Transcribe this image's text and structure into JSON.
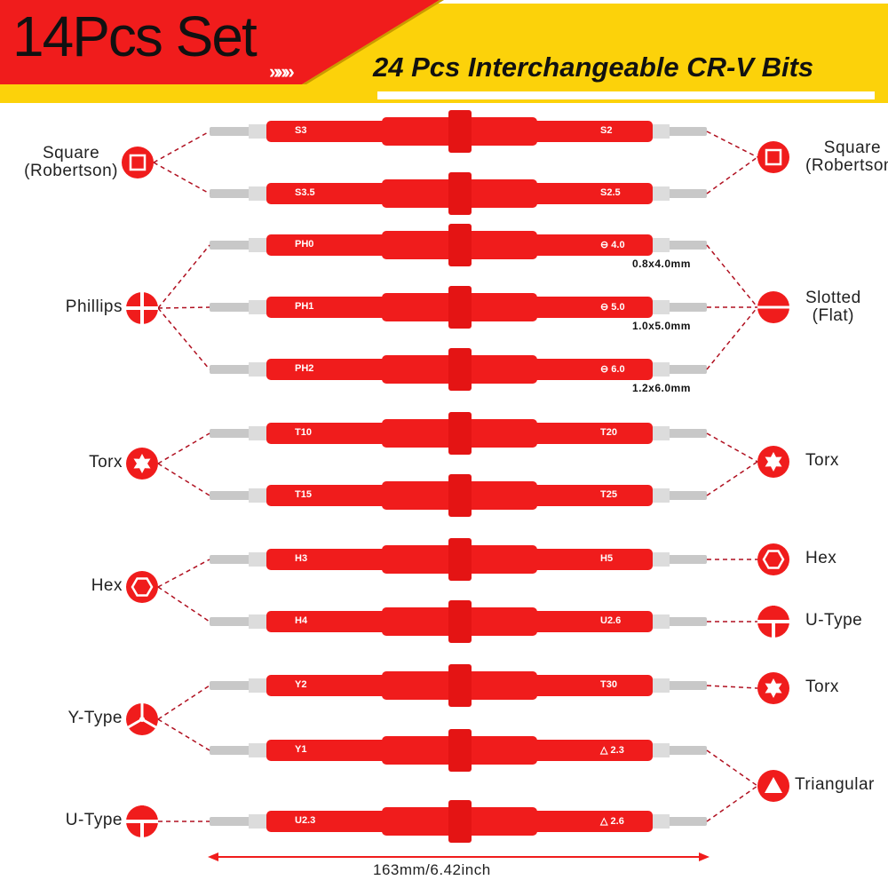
{
  "header": {
    "title": "14Pcs Set",
    "chevrons": "»»»",
    "subtitle": "24 Pcs Interchangeable CR-V Bits"
  },
  "colors": {
    "red": "#f01c1c",
    "yellow": "#fcd20a",
    "steel": "#c8c8c8"
  },
  "bits": [
    {
      "left": "S3",
      "right": "S2"
    },
    {
      "left": "S3.5",
      "right": "S2.5"
    },
    {
      "left": "PH0",
      "right": "⊖ 4.0",
      "dim": "0.8x4.0mm"
    },
    {
      "left": "PH1",
      "right": "⊖ 5.0",
      "dim": "1.0x5.0mm"
    },
    {
      "left": "PH2",
      "right": "⊖ 6.0",
      "dim": "1.2x6.0mm"
    },
    {
      "left": "T10",
      "right": "T20"
    },
    {
      "left": "T15",
      "right": "T25"
    },
    {
      "left": "H3",
      "right": "H5"
    },
    {
      "left": "H4",
      "right": "U2.6"
    },
    {
      "left": "Y2",
      "right": "T30"
    },
    {
      "left": "Y1",
      "right": "△ 2.3"
    },
    {
      "left": "U2.3",
      "right": "△ 2.6"
    }
  ],
  "left_types": [
    {
      "label": "Square\n(Robertson)",
      "icon": "square-icon"
    },
    {
      "label": "Phillips",
      "icon": "phillips-icon"
    },
    {
      "label": "Torx",
      "icon": "torx-icon"
    },
    {
      "label": "Hex",
      "icon": "hex-icon"
    },
    {
      "label": "Y-Type",
      "icon": "y-type-icon"
    },
    {
      "label": "U-Type",
      "icon": "u-type-icon"
    }
  ],
  "right_types": [
    {
      "label": "Square\n(Robertson)",
      "icon": "square-icon"
    },
    {
      "label": "Slotted\n(Flat)",
      "icon": "slotted-icon"
    },
    {
      "label": "Torx",
      "icon": "torx-icon"
    },
    {
      "label": "Hex",
      "icon": "hex-icon"
    },
    {
      "label": "U-Type",
      "icon": "u-type-icon"
    },
    {
      "label": "Torx",
      "icon": "torx-icon"
    },
    {
      "label": "Triangular",
      "icon": "triangle-icon"
    }
  ],
  "measurement": "163mm/6.42inch"
}
